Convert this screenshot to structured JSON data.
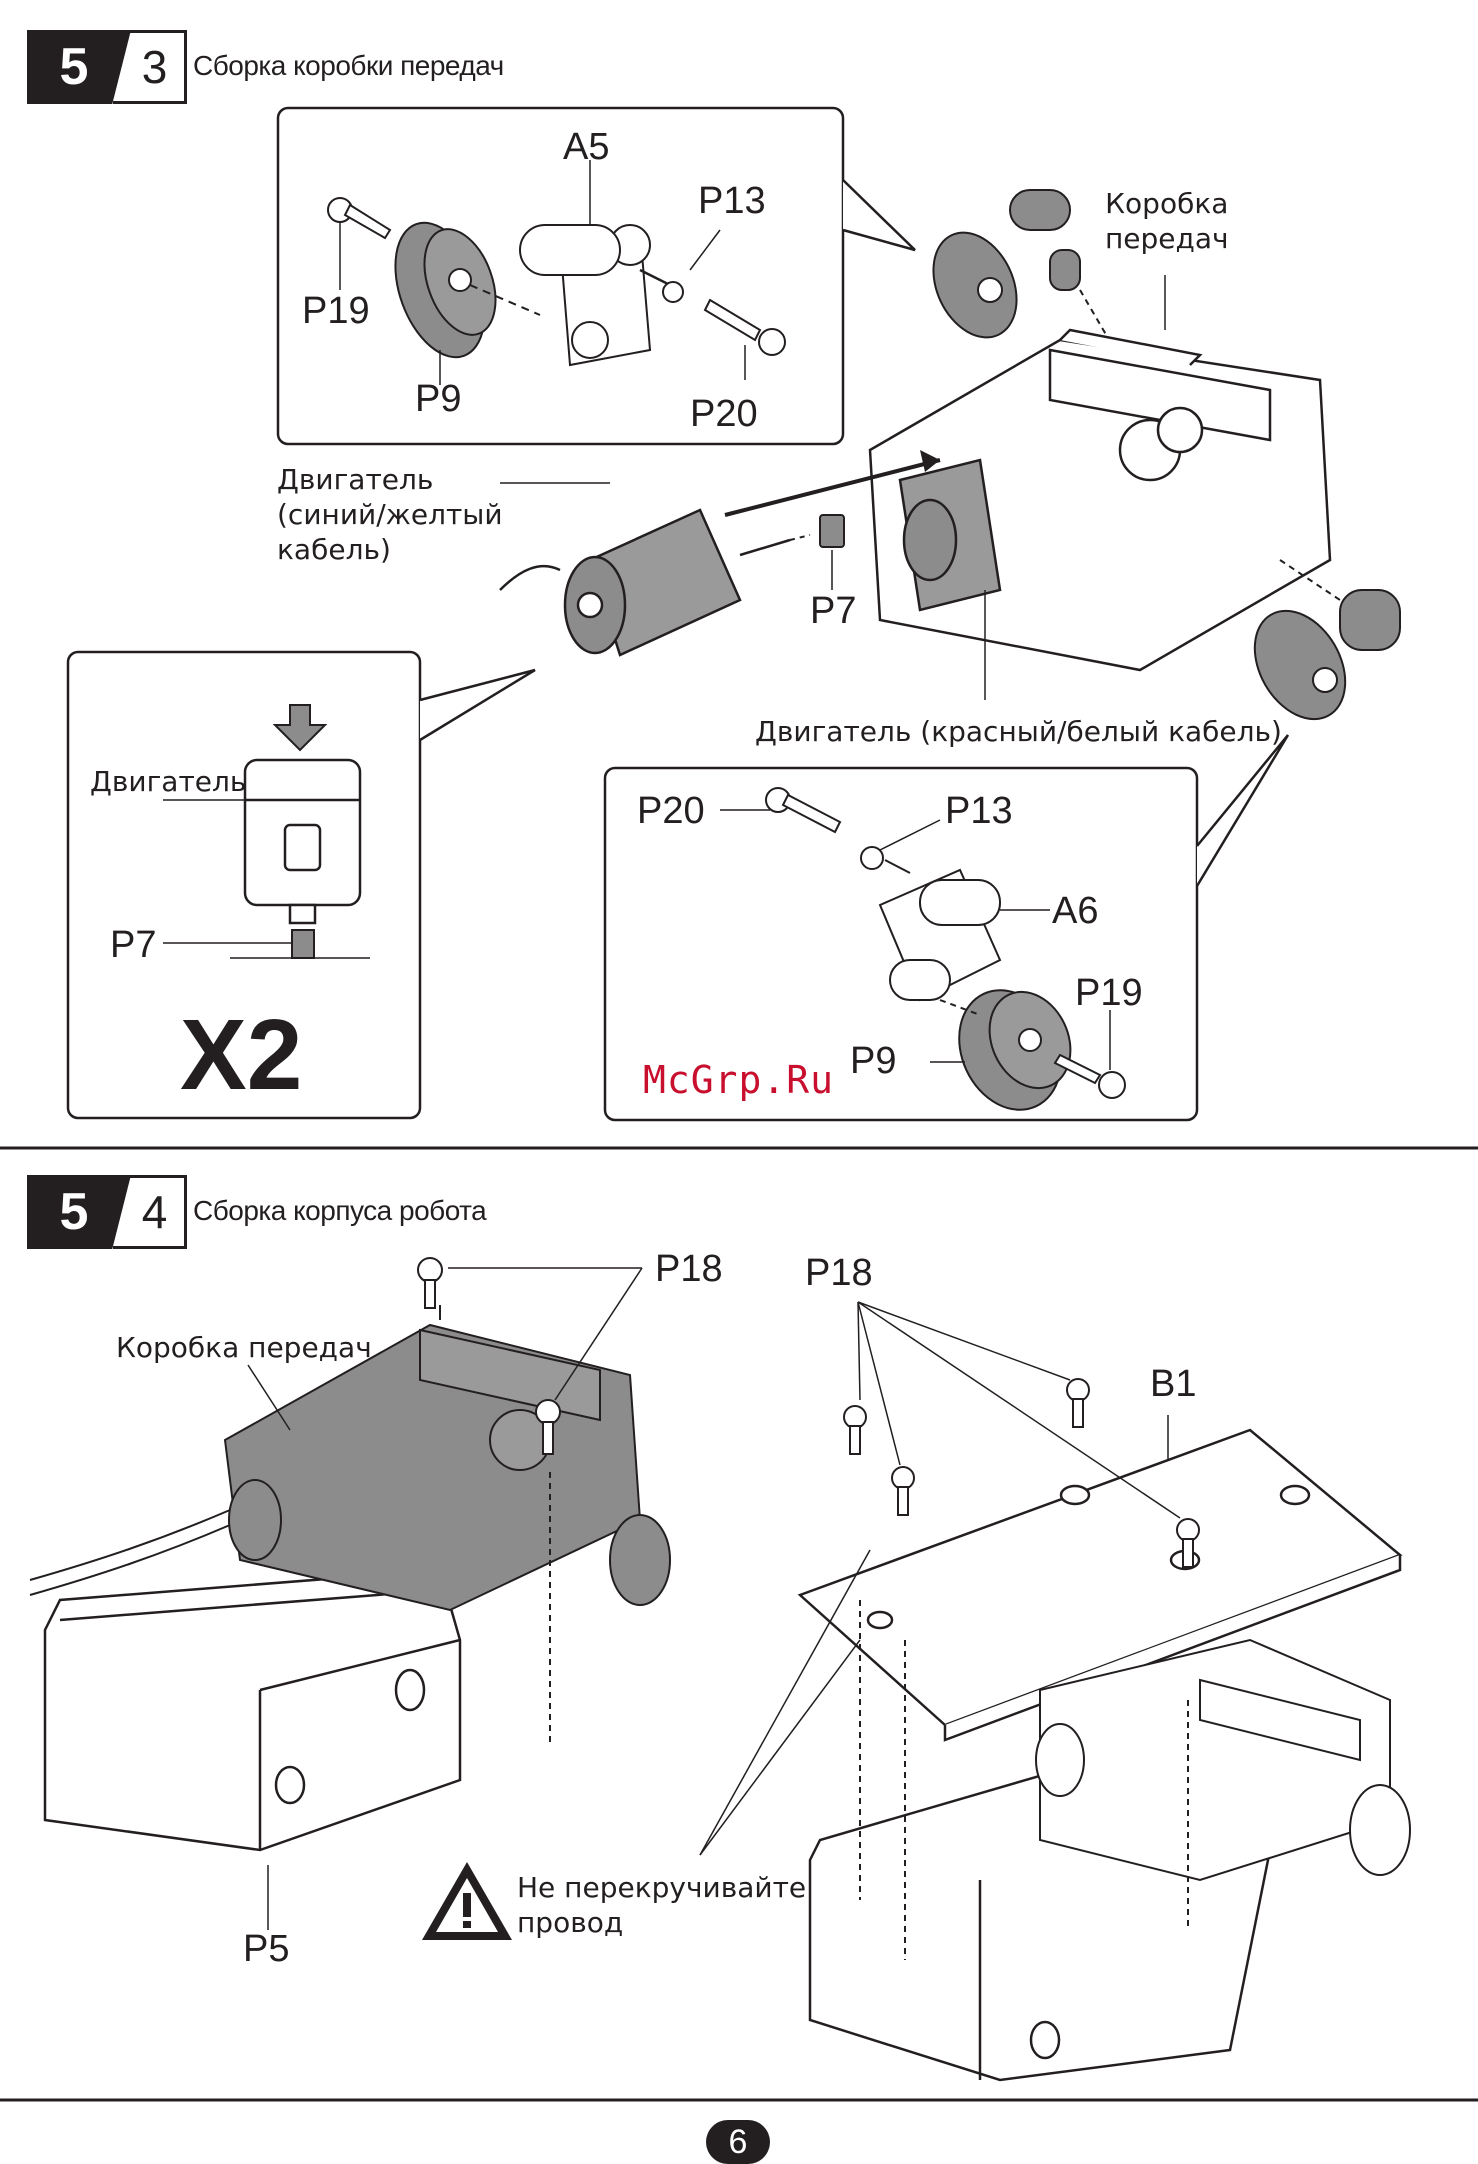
{
  "steps": [
    {
      "major": "5",
      "minor": "3",
      "title": "Сборка коробки передач",
      "labels": {
        "a5": "A5",
        "p13_top": "P13",
        "p19_top": "P19",
        "p9_top": "P9",
        "p20_top": "P20",
        "gearbox": "Коробка\nпередач",
        "motor_blue": "Двигатель\n(синий/желтый\nкабель)",
        "p7_main": "P7",
        "motor_red": "Двигатель (красный/белый кабель)",
        "motor_inset": "Двигатель",
        "p7_inset": "P7",
        "times": "X2",
        "p20_bottom": "P20",
        "p13_bottom": "P13",
        "a6": "A6",
        "p19_bottom": "P19",
        "p9_bottom": "P9"
      }
    },
    {
      "major": "5",
      "minor": "4",
      "title": "Сборка корпуса робота",
      "labels": {
        "p18_left": "P18",
        "gearbox": "Коробка передач",
        "p18_right": "P18",
        "b1": "B1",
        "warning": "Не перекручивайте\nпровод",
        "p5": "P5"
      }
    }
  ],
  "watermark": "McGrp.Ru",
  "page_number": "6",
  "icons": [
    "arrow-down-icon",
    "warning-triangle-icon"
  ],
  "colors": {
    "ink": "#231f20",
    "part_gray": "#8c8c8c",
    "watermark": "#c8102e"
  }
}
